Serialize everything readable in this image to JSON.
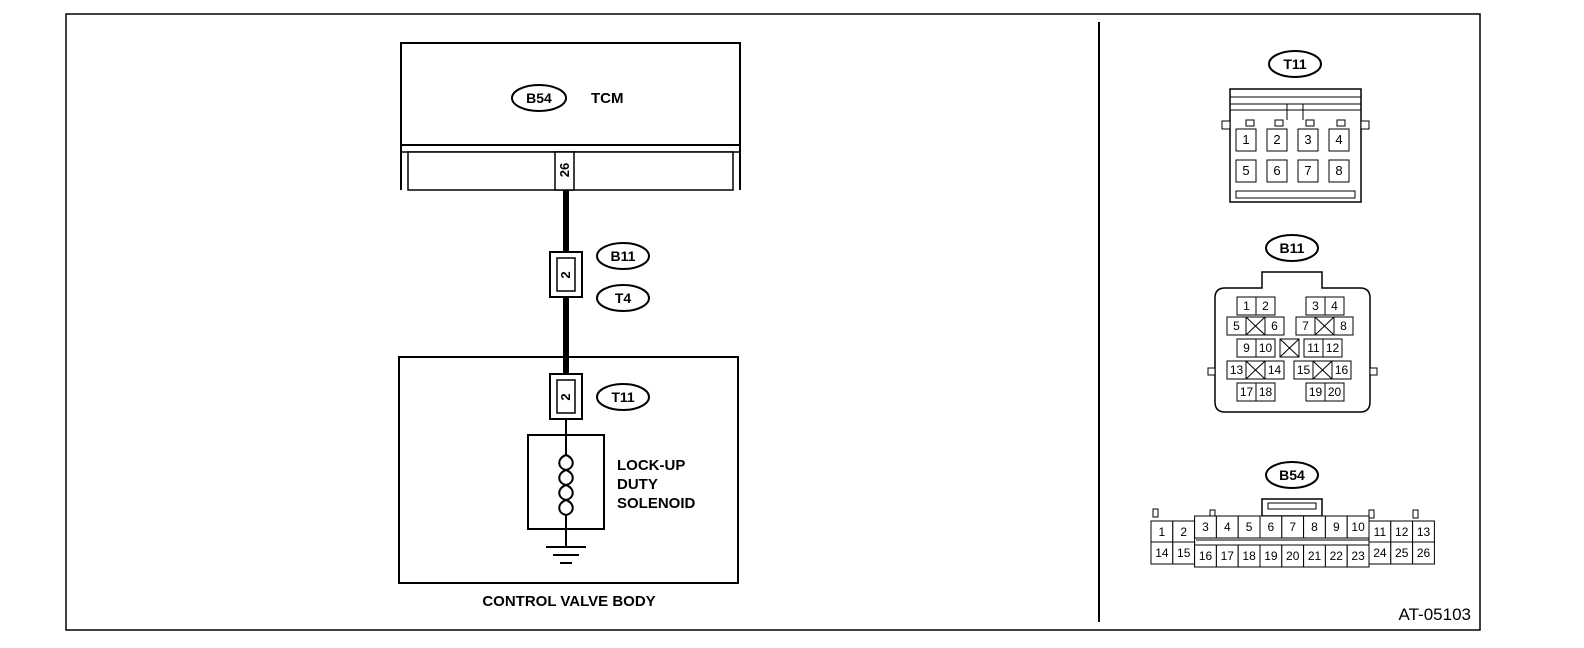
{
  "schematic": {
    "tcm_connector": "B54",
    "tcm_label": "TCM",
    "tcm_pin": "26",
    "inline_connector_top": "B11",
    "inline_connector_bottom": "T4",
    "inline_pin": "2",
    "valve_connector": "T11",
    "valve_pin": "2",
    "solenoid_label_lines": [
      "LOCK-UP",
      "DUTY",
      "SOLENOID"
    ],
    "control_valve_body_label": "CONTROL VALVE BODY"
  },
  "connector_views": {
    "t11": {
      "label": "T11",
      "pins_top": [
        "1",
        "2",
        "3",
        "4"
      ],
      "pins_bottom": [
        "5",
        "6",
        "7",
        "8"
      ]
    },
    "b11": {
      "label": "B11",
      "rows": [
        [
          "1",
          "2",
          "3",
          "4"
        ],
        [
          "5",
          "6",
          "7",
          "8"
        ],
        [
          "9",
          "10",
          "11",
          "12"
        ],
        [
          "13",
          "14",
          "15",
          "16"
        ],
        [
          "17",
          "18",
          "19",
          "20"
        ]
      ]
    },
    "b54": {
      "label": "B54",
      "pins_top": [
        "1",
        "2",
        "3",
        "4",
        "5",
        "6",
        "7",
        "8",
        "9",
        "10",
        "11",
        "12",
        "13"
      ],
      "pins_bottom": [
        "14",
        "15",
        "16",
        "17",
        "18",
        "19",
        "20",
        "21",
        "22",
        "23",
        "24",
        "25",
        "26"
      ]
    }
  },
  "figure_id": "AT-05103"
}
